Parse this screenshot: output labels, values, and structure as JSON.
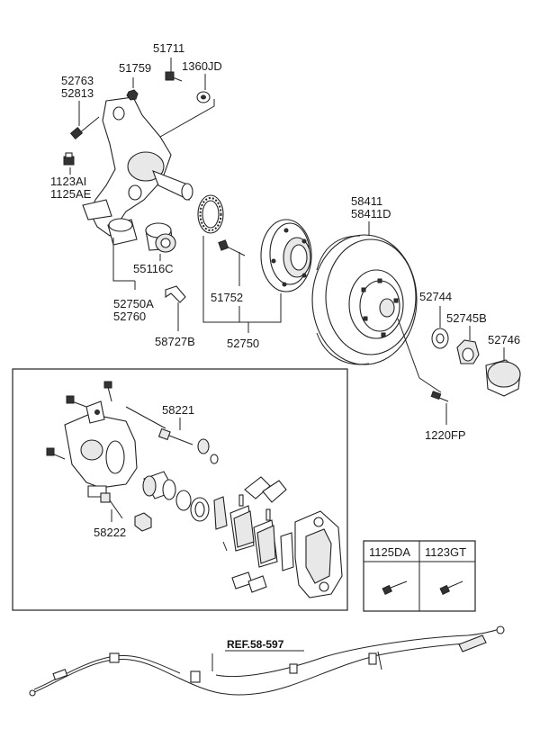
{
  "labels": {
    "p51711": "51711",
    "p51759": "51759",
    "p1360JD": "1360JD",
    "p52763": "52763",
    "p52813": "52813",
    "p1123AI": "1123AI",
    "p1125AE": "1125AE",
    "p55116C": "55116C",
    "p52750A": "52750A",
    "p52760": "52760",
    "p58727B": "58727B",
    "p51752": "51752",
    "p52750": "52750",
    "p58411": "58411",
    "p58411D": "58411D",
    "p52744": "52744",
    "p52745B": "52745B",
    "p52746": "52746",
    "p1220FP": "1220FP",
    "p58221": "58221",
    "p58222": "58222"
  },
  "bolt_table": {
    "col1": "1125DA",
    "col2": "1123GT"
  },
  "reference": {
    "text": "REF.58-597"
  }
}
